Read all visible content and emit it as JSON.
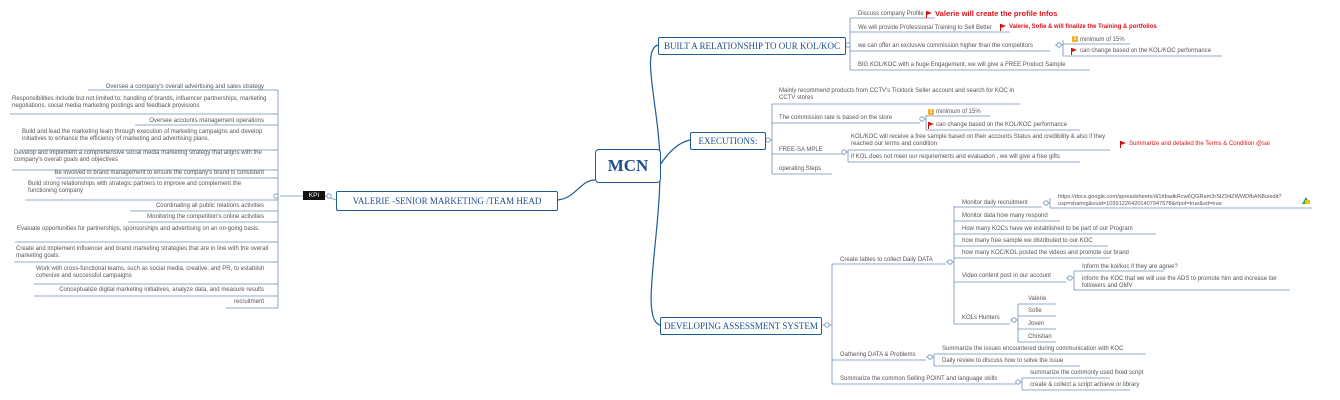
{
  "center": "MCN",
  "kpi_label": "KPI",
  "left_topic": "VALERIE -SENIOR MARKETING  /TEAM HEAD",
  "left_items": [
    "Oversee a company's overall advertising and sales strategy",
    "Responsibilities include but not limited to: handling of brands, influencer partnerships, marketing negotiations, social media marketing postings and feedback provisions",
    "Oversee accounts management operations",
    "Build and lead the marketing team through execution of marketing campaigns and develop initiatives to enhance the efficiency of marketing and advertising plans.",
    "Develop and implement a comprehensive social media marketing strategy that aligns with the company's overall goals and objectives",
    "Be involved in brand management to ensure the company's brand is consistent",
    "Build strong relationships with strategic partners to improve and complement the functioning company",
    "Coordinating all public relations activities",
    "Monitoring the competition's online activities",
    "Evaluate opportunities for partnerships, sponsorships and advertising on an on-going basis.",
    "Create and implement influencer and brand marketing strategies that are in line with the overall marketing goals.",
    "Work with cross-functional teams, such as social media, creative, and PR, to establish cohesive and successful campaigns",
    "Conceptualize digital marketing initiatives, analyze data, and measure results",
    "recruitment"
  ],
  "rel": {
    "topic": "BUILT A RELATIONSHIP TO OUR KOL/KOC",
    "discuss": "Discuss company Profile",
    "discuss_note": "Valerie will create the profile Infos",
    "training": "We will provide Professional Training  to Sell Better",
    "training_note": "Valerie, Sofie & will finalize the Training & portfolios",
    "commission": "we can offer an exclusive commission higher than the competitors",
    "commission_min": "minimum of 15%",
    "commission_change": "can change based on the KOL/KOC performance",
    "big": "BIG KOL/KOC with a huge Engagement, we will give a FREE Product Sample"
  },
  "exec": {
    "topic": "EXECUTIONS:",
    "recommend": "Mainly recommend products from CCTV's Ticktock Seller account and search for KOC in CCTV stores",
    "rate": "The commission rate is based on the store",
    "rate_min": "minimum of 15%",
    "rate_change": "can change based on the KOL/KOC performance",
    "free": "FREE-SA MPLE",
    "free_a": "KOL/KOC will receive a free sample based on their accounts  Status and credibility & also if they reached our terms and condition",
    "free_a_note": "Summarize and detailed the  Terms & Condition @sal",
    "free_b": "if KOL does not meet our requirements and evaluation , we will give a free gifts",
    "steps": "operating Steps"
  },
  "dev": {
    "topic": "DEVELOPING ASSESSMENT SYSTEM",
    "tables": "Create tables to collect Daily DATA",
    "monitor": "Monitor daily recruitment",
    "link": "https://docs.google.com/spreadsheets/d/1ttbadkRcw6QGRam3rStZ94ZWWDfbAN8u/edit?usp=sharing&ouid=103912264201407947578&rtpof=true&sd=true",
    "how_respond": "Monitor data how many respond",
    "how_kocs": "How many KOCs have we established to  be part of our Program",
    "how_free": "how many free sample we distributed to our KOC",
    "how_posted": "how many KOC/KOL posted the videos and promote our brand",
    "video": "Video content post in our account",
    "video_a": "Inform the kol/koc if they are agree?",
    "video_b": "inform the KOC that we will use the ADS to promote  him and increase tier followers and GMV",
    "hunters": "KOLs Hunters",
    "hunter_names": [
      "Valerie",
      "Sofie",
      "Joven",
      "Christian"
    ],
    "gather": "Gathering DATA & Problems",
    "gather_a": "Summarize the issues encountered during communication with KOC",
    "gather_b": "Daily review to discuss how to solve the issue",
    "selling": "Summarize the common Selling POINT and language skills",
    "selling_a": "summarize the commonly used fixed script",
    "selling_b": "create  & collect a script achieve or library"
  }
}
